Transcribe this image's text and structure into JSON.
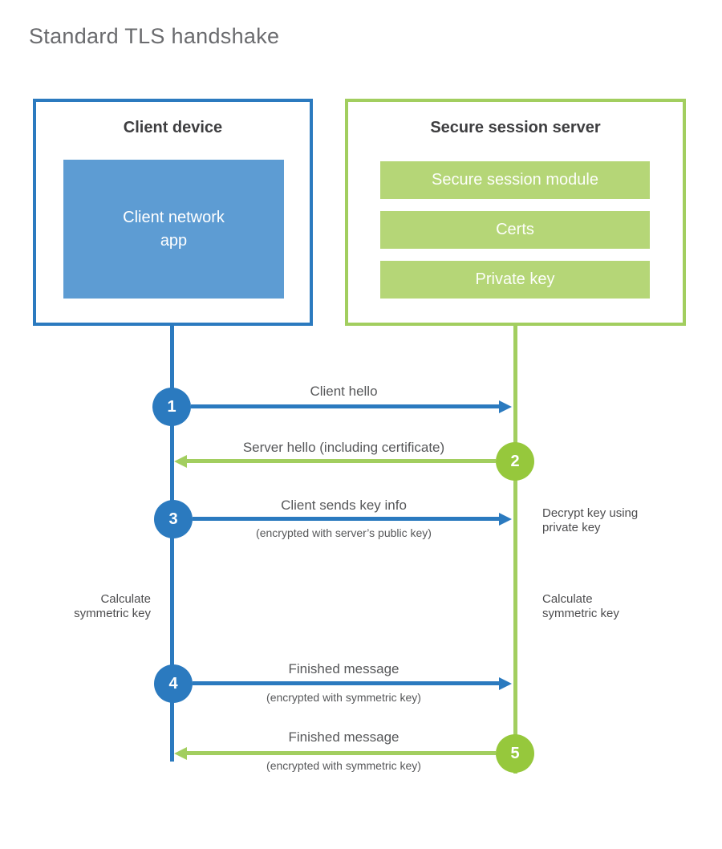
{
  "title": "Standard TLS handshake",
  "colors": {
    "blue_stroke": "#2b7abf",
    "blue_fill": "#5d9cd3",
    "green_stroke": "#a2ce5f",
    "green_circle": "#96c83c",
    "green_fill": "#b5d677",
    "title_text": "#6a6b6e",
    "heading_text": "#3e3e40",
    "label_text": "#565759"
  },
  "client_box": {
    "title": "Client device",
    "app": "Client network app"
  },
  "server_box": {
    "title": "Secure session server",
    "modules": [
      "Secure session module",
      "Certs",
      "Private key"
    ]
  },
  "steps": [
    {
      "num": "1",
      "label": "Client hello",
      "direction": "right"
    },
    {
      "num": "2",
      "label": "Server hello (including certificate)",
      "direction": "left"
    },
    {
      "num": "3",
      "label": "Client sends key info",
      "sublabel": "(encrypted with server’s public key)",
      "direction": "right"
    },
    {
      "num": "4",
      "label": "Finished message",
      "sublabel": "(encrypted with symmetric key)",
      "direction": "right"
    },
    {
      "num": "5",
      "label": "Finished message",
      "sublabel": "(encrypted with symmetric key)",
      "direction": "left"
    }
  ],
  "annotations": {
    "decrypt_key": "Decrypt key using private key",
    "calculate_left": "Calculate symmetric key",
    "calculate_right": "Calculate symmetric key"
  }
}
